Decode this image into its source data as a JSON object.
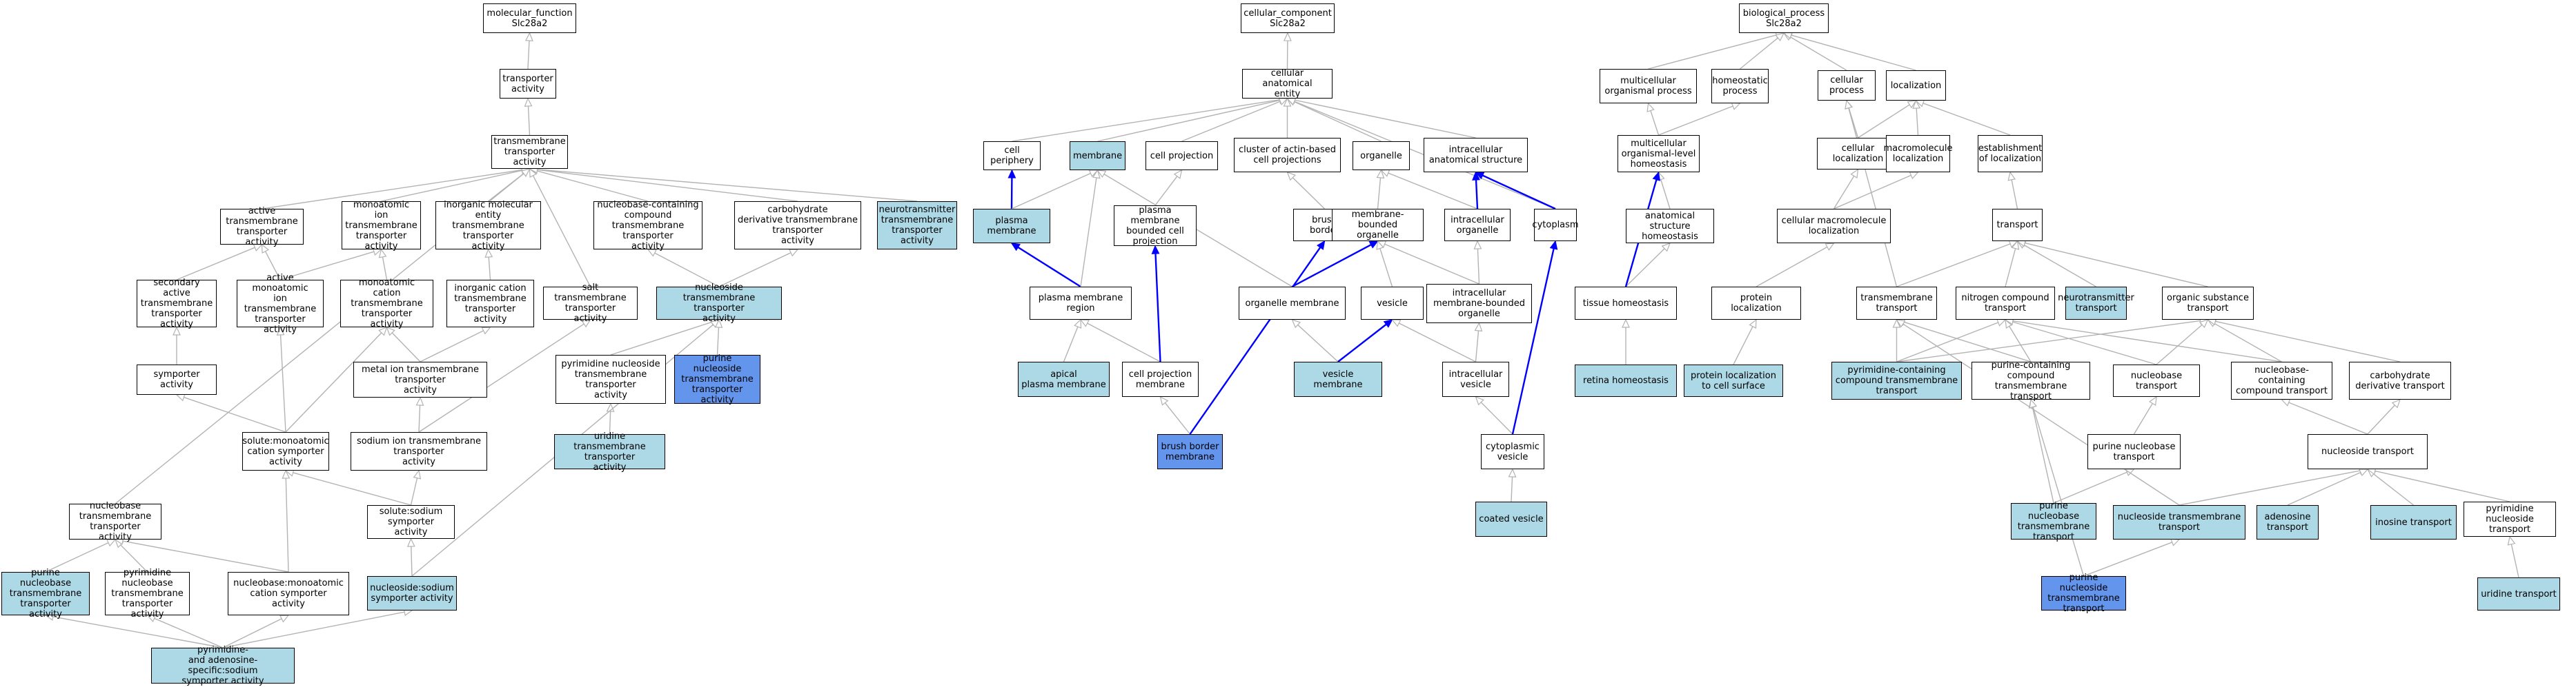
{
  "colors": {
    "plain_fill": "#ffffff",
    "light_fill": "#add8e6",
    "strong_fill": "#6495ed",
    "edge_gray": "#b3b3b3",
    "edge_blue": "#0000ff"
  },
  "nodes": [
    {
      "id": "mf_root",
      "text": "molecular_function\nSlc28a2",
      "style": "plain"
    },
    {
      "id": "transporter_act",
      "text": "transporter\nactivity",
      "style": "plain"
    },
    {
      "id": "tm_transporter",
      "text": "transmembrane\ntransporter\nactivity",
      "style": "plain"
    },
    {
      "id": "active_tm",
      "text": "active transmembrane\ntransporter\nactivity",
      "style": "plain"
    },
    {
      "id": "monoatomic_ion_tm",
      "text": "monoatomic ion\ntransmembrane\ntransporter\nactivity",
      "style": "plain"
    },
    {
      "id": "inorganic_mol",
      "text": "inorganic molecular\nentity transmembrane\ntransporter\nactivity",
      "style": "plain"
    },
    {
      "id": "nucleobase_cc",
      "text": "nucleobase-containing\ncompound transmembrane\ntransporter\nactivity",
      "style": "plain"
    },
    {
      "id": "carbo_deriv_tm",
      "text": "carbohydrate\nderivative transmembrane\ntransporter\nactivity",
      "style": "plain"
    },
    {
      "id": "neurotrans_tm",
      "text": "neurotransmitter\ntransmembrane\ntransporter\nactivity",
      "style": "light"
    },
    {
      "id": "secondary_active",
      "text": "secondary active\ntransmembrane\ntransporter\nactivity",
      "style": "plain"
    },
    {
      "id": "active_monoatomic",
      "text": "active monoatomic\nion transmembrane\ntransporter\nactivity",
      "style": "plain"
    },
    {
      "id": "monoatomic_cation",
      "text": "monoatomic cation\ntransmembrane\ntransporter\nactivity",
      "style": "plain"
    },
    {
      "id": "inorganic_cation",
      "text": "inorganic cation\ntransmembrane\ntransporter\nactivity",
      "style": "plain"
    },
    {
      "id": "salt_tm",
      "text": "salt transmembrane\ntransporter\nactivity",
      "style": "plain"
    },
    {
      "id": "nucleoside_tm_act",
      "text": "nucleoside transmembrane\ntransporter\nactivity",
      "style": "light"
    },
    {
      "id": "symporter",
      "text": "symporter activity",
      "style": "plain"
    },
    {
      "id": "metal_ion",
      "text": "metal ion transmembrane\ntransporter\nactivity",
      "style": "plain"
    },
    {
      "id": "pyrimidine_ns_tm",
      "text": "pyrimidine nucleoside\ntransmembrane\ntransporter\nactivity",
      "style": "plain"
    },
    {
      "id": "purine_ns_tm_act",
      "text": "purine nucleoside\ntransmembrane\ntransporter\nactivity",
      "style": "strong"
    },
    {
      "id": "solute_cation_sym",
      "text": "solute:monoatomic\ncation symporter\nactivity",
      "style": "plain"
    },
    {
      "id": "sodium_ion_tm",
      "text": "sodium ion transmembrane\ntransporter\nactivity",
      "style": "plain"
    },
    {
      "id": "uridine_tm",
      "text": "uridine transmembrane\ntransporter\nactivity",
      "style": "light"
    },
    {
      "id": "nucleobase_tm_act",
      "text": "nucleobase transmembrane\ntransporter\nactivity",
      "style": "plain"
    },
    {
      "id": "solute_sodium_sym",
      "text": "solute:sodium\nsymporter activity",
      "style": "plain"
    },
    {
      "id": "purine_nb_tm_act",
      "text": "purine nucleobase\ntransmembrane\ntransporter\nactivity",
      "style": "light"
    },
    {
      "id": "pyrimidine_nb_tm",
      "text": "pyrimidine nucleobase\ntransmembrane\ntransporter\nactivity",
      "style": "plain"
    },
    {
      "id": "nucleobase_cation",
      "text": "nucleobase:monoatomic\ncation symporter\nactivity",
      "style": "plain"
    },
    {
      "id": "nucleoside_sodium",
      "text": "nucleoside:sodium\nsymporter activity",
      "style": "light"
    },
    {
      "id": "pyr_adenosine",
      "text": "pyrimidine-\nand adenosine-specific:sodium\nsymporter activity",
      "style": "light"
    },
    {
      "id": "cc_root",
      "text": "cellular_component\nSlc28a2",
      "style": "plain"
    },
    {
      "id": "cell_anat",
      "text": "cellular anatomical\nentity",
      "style": "plain"
    },
    {
      "id": "cell_periphery",
      "text": "cell periphery",
      "style": "plain"
    },
    {
      "id": "membrane",
      "text": "membrane",
      "style": "light"
    },
    {
      "id": "cell_projection",
      "text": "cell projection",
      "style": "plain"
    },
    {
      "id": "actin_cluster",
      "text": "cluster of actin-based\ncell projections",
      "style": "plain"
    },
    {
      "id": "organelle",
      "text": "organelle",
      "style": "plain"
    },
    {
      "id": "intracell_anat",
      "text": "intracellular\nanatomical structure",
      "style": "plain"
    },
    {
      "id": "plasma_membrane",
      "text": "plasma membrane",
      "style": "light"
    },
    {
      "id": "pm_bounded",
      "text": "plasma membrane\nbounded cell\nprojection",
      "style": "plain"
    },
    {
      "id": "brush_border",
      "text": "brush border",
      "style": "plain"
    },
    {
      "id": "membrane_bounded",
      "text": "membrane-bounded\norganelle",
      "style": "plain"
    },
    {
      "id": "intracell_organelle",
      "text": "intracellular\norganelle",
      "style": "plain"
    },
    {
      "id": "cytoplasm",
      "text": "cytoplasm",
      "style": "plain"
    },
    {
      "id": "pm_region",
      "text": "plasma membrane\nregion",
      "style": "plain"
    },
    {
      "id": "organelle_membrane",
      "text": "organelle membrane",
      "style": "plain"
    },
    {
      "id": "vesicle",
      "text": "vesicle",
      "style": "plain"
    },
    {
      "id": "intracell_mb_org",
      "text": "intracellular\nmembrane-bounded\norganelle",
      "style": "plain"
    },
    {
      "id": "apical_pm",
      "text": "apical\nplasma membrane",
      "style": "light"
    },
    {
      "id": "cell_proj_membrane",
      "text": "cell projection\nmembrane",
      "style": "plain"
    },
    {
      "id": "vesicle_membrane",
      "text": "vesicle membrane",
      "style": "light"
    },
    {
      "id": "intracell_vesicle",
      "text": "intracellular\nvesicle",
      "style": "plain"
    },
    {
      "id": "brush_border_membrane",
      "text": "brush border\nmembrane",
      "style": "strong"
    },
    {
      "id": "cyto_vesicle",
      "text": "cytoplasmic\nvesicle",
      "style": "plain"
    },
    {
      "id": "coated_vesicle",
      "text": "coated vesicle",
      "style": "light"
    },
    {
      "id": "bp_root",
      "text": "biological_process\nSlc28a2",
      "style": "plain"
    },
    {
      "id": "multicell_proc",
      "text": "multicellular\norganismal process",
      "style": "plain"
    },
    {
      "id": "homeostatic",
      "text": "homeostatic\nprocess",
      "style": "plain"
    },
    {
      "id": "cellular_process",
      "text": "cellular process",
      "style": "plain"
    },
    {
      "id": "localization",
      "text": "localization",
      "style": "plain"
    },
    {
      "id": "multicell_homeo",
      "text": "multicellular\norganismal-level\nhomeostasis",
      "style": "plain"
    },
    {
      "id": "cell_localization",
      "text": "cellular localization",
      "style": "plain"
    },
    {
      "id": "macromol_loc",
      "text": "macromolecule\nlocalization",
      "style": "plain"
    },
    {
      "id": "estab_loc",
      "text": "establishment\nof localization",
      "style": "plain"
    },
    {
      "id": "anat_homeo",
      "text": "anatomical structure\nhomeostasis",
      "style": "plain"
    },
    {
      "id": "cell_macromol_loc",
      "text": "cellular macromolecule\nlocalization",
      "style": "plain"
    },
    {
      "id": "transport",
      "text": "transport",
      "style": "plain"
    },
    {
      "id": "tissue_homeo",
      "text": "tissue homeostasis",
      "style": "plain"
    },
    {
      "id": "protein_loc",
      "text": "protein localization",
      "style": "plain"
    },
    {
      "id": "tm_transport",
      "text": "transmembrane\ntransport",
      "style": "plain"
    },
    {
      "id": "nitrogen_transport",
      "text": "nitrogen compound\ntransport",
      "style": "plain"
    },
    {
      "id": "neurotrans_transport",
      "text": "neurotransmitter\ntransport",
      "style": "light"
    },
    {
      "id": "organic_transport",
      "text": "organic substance\ntransport",
      "style": "plain"
    },
    {
      "id": "retina_homeo",
      "text": "retina homeostasis",
      "style": "light"
    },
    {
      "id": "protein_loc_surface",
      "text": "protein localization\nto cell surface",
      "style": "light"
    },
    {
      "id": "pyr_cc_tm_transport",
      "text": "pyrimidine-containing\ncompound transmembrane\ntransport",
      "style": "light"
    },
    {
      "id": "pur_cc_tm_transport",
      "text": "purine-containing\ncompound transmembrane\ntransport",
      "style": "plain"
    },
    {
      "id": "nucleobase_transport",
      "text": "nucleobase transport",
      "style": "plain"
    },
    {
      "id": "nbcc_transport",
      "text": "nucleobase-containing\ncompound transport",
      "style": "plain"
    },
    {
      "id": "carbo_transport",
      "text": "carbohydrate\nderivative transport",
      "style": "plain"
    },
    {
      "id": "purine_nb_transport",
      "text": "purine nucleobase\ntransport",
      "style": "plain"
    },
    {
      "id": "nucleoside_transport",
      "text": "nucleoside transport",
      "style": "plain"
    },
    {
      "id": "purine_nb_tm_transport",
      "text": "purine nucleobase\ntransmembrane\ntransport",
      "style": "light"
    },
    {
      "id": "nucleoside_tm_transport",
      "text": "nucleoside transmembrane\ntransport",
      "style": "light"
    },
    {
      "id": "adenosine_transport",
      "text": "adenosine transport",
      "style": "light"
    },
    {
      "id": "inosine_transport",
      "text": "inosine transport",
      "style": "light"
    },
    {
      "id": "pyr_ns_transport",
      "text": "pyrimidine nucleoside\ntransport",
      "style": "plain"
    },
    {
      "id": "purine_ns_tm_transport",
      "text": "purine nucleoside\ntransmembrane\ntransport",
      "style": "strong"
    },
    {
      "id": "uridine_transport",
      "text": "uridine transport",
      "style": "light"
    }
  ],
  "edges": [
    [
      "transporter_act",
      "mf_root",
      "gray"
    ],
    [
      "tm_transporter",
      "transporter_act",
      "gray"
    ],
    [
      "active_tm",
      "tm_transporter",
      "gray"
    ],
    [
      "monoatomic_ion_tm",
      "tm_transporter",
      "gray"
    ],
    [
      "inorganic_mol",
      "tm_transporter",
      "gray"
    ],
    [
      "nucleobase_cc",
      "tm_transporter",
      "gray"
    ],
    [
      "carbo_deriv_tm",
      "tm_transporter",
      "gray"
    ],
    [
      "neurotrans_tm",
      "tm_transporter",
      "gray"
    ],
    [
      "salt_tm",
      "tm_transporter",
      "gray"
    ],
    [
      "nucleobase_tm_act",
      "tm_transporter",
      "gray"
    ],
    [
      "secondary_active",
      "active_tm",
      "gray"
    ],
    [
      "active_monoatomic",
      "active_tm",
      "gray"
    ],
    [
      "active_monoatomic",
      "monoatomic_ion_tm",
      "gray"
    ],
    [
      "monoatomic_cation",
      "monoatomic_ion_tm",
      "gray"
    ],
    [
      "inorganic_cation",
      "inorganic_mol",
      "gray"
    ],
    [
      "nucleoside_tm_act",
      "nucleobase_cc",
      "gray"
    ],
    [
      "nucleoside_tm_act",
      "carbo_deriv_tm",
      "gray"
    ],
    [
      "symporter",
      "secondary_active",
      "gray"
    ],
    [
      "metal_ion",
      "monoatomic_cation",
      "gray"
    ],
    [
      "metal_ion",
      "inorganic_cation",
      "gray"
    ],
    [
      "pyrimidine_ns_tm",
      "nucleoside_tm_act",
      "gray"
    ],
    [
      "purine_ns_tm_act",
      "nucleoside_tm_act",
      "gray"
    ],
    [
      "solute_cation_sym",
      "symporter",
      "gray"
    ],
    [
      "solute_cation_sym",
      "active_monoatomic",
      "gray"
    ],
    [
      "solute_cation_sym",
      "monoatomic_cation",
      "gray"
    ],
    [
      "sodium_ion_tm",
      "metal_ion",
      "gray"
    ],
    [
      "sodium_ion_tm",
      "salt_tm",
      "gray"
    ],
    [
      "uridine_tm",
      "pyrimidine_ns_tm",
      "gray"
    ],
    [
      "solute_sodium_sym",
      "solute_cation_sym",
      "gray"
    ],
    [
      "solute_sodium_sym",
      "sodium_ion_tm",
      "gray"
    ],
    [
      "purine_nb_tm_act",
      "nucleobase_tm_act",
      "gray"
    ],
    [
      "pyrimidine_nb_tm",
      "nucleobase_tm_act",
      "gray"
    ],
    [
      "nucleobase_cation",
      "nucleobase_tm_act",
      "gray"
    ],
    [
      "nucleobase_cation",
      "solute_cation_sym",
      "gray"
    ],
    [
      "nucleoside_sodium",
      "solute_sodium_sym",
      "gray"
    ],
    [
      "nucleoside_sodium",
      "nucleoside_tm_act",
      "gray"
    ],
    [
      "pyr_adenosine",
      "purine_nb_tm_act",
      "gray"
    ],
    [
      "pyr_adenosine",
      "pyrimidine_nb_tm",
      "gray"
    ],
    [
      "pyr_adenosine",
      "nucleobase_cation",
      "gray"
    ],
    [
      "pyr_adenosine",
      "nucleoside_sodium",
      "gray"
    ],
    [
      "cell_anat",
      "cc_root",
      "gray"
    ],
    [
      "cell_periphery",
      "cell_anat",
      "gray"
    ],
    [
      "membrane",
      "cell_anat",
      "gray"
    ],
    [
      "cell_projection",
      "cell_anat",
      "gray"
    ],
    [
      "actin_cluster",
      "cell_anat",
      "gray"
    ],
    [
      "organelle",
      "cell_anat",
      "gray"
    ],
    [
      "intracell_anat",
      "cell_anat",
      "gray"
    ],
    [
      "cytoplasm",
      "cell_anat",
      "gray"
    ],
    [
      "plasma_membrane",
      "cell_periphery",
      "blue"
    ],
    [
      "plasma_membrane",
      "membrane",
      "gray"
    ],
    [
      "pm_bounded",
      "cell_projection",
      "gray"
    ],
    [
      "brush_border",
      "actin_cluster",
      "gray"
    ],
    [
      "membrane_bounded",
      "organelle",
      "gray"
    ],
    [
      "intracell_organelle",
      "organelle",
      "gray"
    ],
    [
      "intracell_organelle",
      "intracell_anat",
      "blue"
    ],
    [
      "cytoplasm",
      "intracell_anat",
      "blue"
    ],
    [
      "pm_region",
      "plasma_membrane",
      "blue"
    ],
    [
      "pm_region",
      "membrane",
      "gray"
    ],
    [
      "organelle_membrane",
      "membrane",
      "gray"
    ],
    [
      "organelle_membrane",
      "membrane_bounded",
      "blue"
    ],
    [
      "vesicle",
      "membrane_bounded",
      "gray"
    ],
    [
      "intracell_mb_org",
      "membrane_bounded",
      "gray"
    ],
    [
      "intracell_mb_org",
      "intracell_organelle",
      "gray"
    ],
    [
      "apical_pm",
      "pm_region",
      "gray"
    ],
    [
      "cell_proj_membrane",
      "pm_region",
      "gray"
    ],
    [
      "cell_proj_membrane",
      "pm_bounded",
      "blue"
    ],
    [
      "vesicle_membrane",
      "organelle_membrane",
      "gray"
    ],
    [
      "vesicle_membrane",
      "vesicle",
      "blue"
    ],
    [
      "intracell_vesicle",
      "vesicle",
      "gray"
    ],
    [
      "intracell_vesicle",
      "intracell_mb_org",
      "gray"
    ],
    [
      "brush_border_membrane",
      "cell_proj_membrane",
      "gray"
    ],
    [
      "brush_border_membrane",
      "brush_border",
      "blue"
    ],
    [
      "cyto_vesicle",
      "intracell_vesicle",
      "gray"
    ],
    [
      "cyto_vesicle",
      "cytoplasm",
      "blue"
    ],
    [
      "coated_vesicle",
      "cyto_vesicle",
      "gray"
    ],
    [
      "multicell_proc",
      "bp_root",
      "gray"
    ],
    [
      "homeostatic",
      "bp_root",
      "gray"
    ],
    [
      "cellular_process",
      "bp_root",
      "gray"
    ],
    [
      "localization",
      "bp_root",
      "gray"
    ],
    [
      "multicell_homeo",
      "multicell_proc",
      "gray"
    ],
    [
      "multicell_homeo",
      "homeostatic",
      "gray"
    ],
    [
      "cell_localization",
      "cellular_process",
      "gray"
    ],
    [
      "cell_localization",
      "localization",
      "gray"
    ],
    [
      "macromol_loc",
      "localization",
      "gray"
    ],
    [
      "estab_loc",
      "localization",
      "gray"
    ],
    [
      "anat_homeo",
      "multicell_homeo",
      "gray"
    ],
    [
      "cell_macromol_loc",
      "cell_localization",
      "gray"
    ],
    [
      "cell_macromol_loc",
      "macromol_loc",
      "gray"
    ],
    [
      "transport",
      "estab_loc",
      "gray"
    ],
    [
      "tissue_homeo",
      "anat_homeo",
      "gray"
    ],
    [
      "tissue_homeo",
      "multicell_homeo",
      "blue"
    ],
    [
      "protein_loc",
      "cell_macromol_loc",
      "gray"
    ],
    [
      "tm_transport",
      "transport",
      "gray"
    ],
    [
      "tm_transport",
      "cellular_process",
      "gray"
    ],
    [
      "nitrogen_transport",
      "transport",
      "gray"
    ],
    [
      "neurotrans_transport",
      "transport",
      "gray"
    ],
    [
      "organic_transport",
      "transport",
      "gray"
    ],
    [
      "retina_homeo",
      "tissue_homeo",
      "gray"
    ],
    [
      "protein_loc_surface",
      "protein_loc",
      "gray"
    ],
    [
      "pyr_cc_tm_transport",
      "tm_transport",
      "gray"
    ],
    [
      "pyr_cc_tm_transport",
      "nitrogen_transport",
      "gray"
    ],
    [
      "pyr_cc_tm_transport",
      "organic_transport",
      "gray"
    ],
    [
      "pur_cc_tm_transport",
      "tm_transport",
      "gray"
    ],
    [
      "pur_cc_tm_transport",
      "nitrogen_transport",
      "gray"
    ],
    [
      "nucleobase_transport",
      "nitrogen_transport",
      "gray"
    ],
    [
      "nucleobase_transport",
      "organic_transport",
      "gray"
    ],
    [
      "nbcc_transport",
      "nitrogen_transport",
      "gray"
    ],
    [
      "nbcc_transport",
      "organic_transport",
      "gray"
    ],
    [
      "carbo_transport",
      "organic_transport",
      "gray"
    ],
    [
      "purine_nb_transport",
      "nucleobase_transport",
      "gray"
    ],
    [
      "nucleoside_transport",
      "nbcc_transport",
      "gray"
    ],
    [
      "nucleoside_transport",
      "carbo_transport",
      "gray"
    ],
    [
      "purine_nb_tm_transport",
      "purine_nb_transport",
      "gray"
    ],
    [
      "purine_nb_tm_transport",
      "pur_cc_tm_transport",
      "gray"
    ],
    [
      "nucleoside_tm_transport",
      "nucleoside_transport",
      "gray"
    ],
    [
      "nucleoside_tm_transport",
      "tm_transport",
      "gray"
    ],
    [
      "adenosine_transport",
      "nucleoside_transport",
      "gray"
    ],
    [
      "inosine_transport",
      "nucleoside_transport",
      "gray"
    ],
    [
      "pyr_ns_transport",
      "nucleoside_transport",
      "gray"
    ],
    [
      "purine_ns_tm_transport",
      "nucleoside_tm_transport",
      "gray"
    ],
    [
      "purine_ns_tm_transport",
      "pur_cc_tm_transport",
      "gray"
    ],
    [
      "uridine_transport",
      "pyr_ns_transport",
      "gray"
    ]
  ]
}
